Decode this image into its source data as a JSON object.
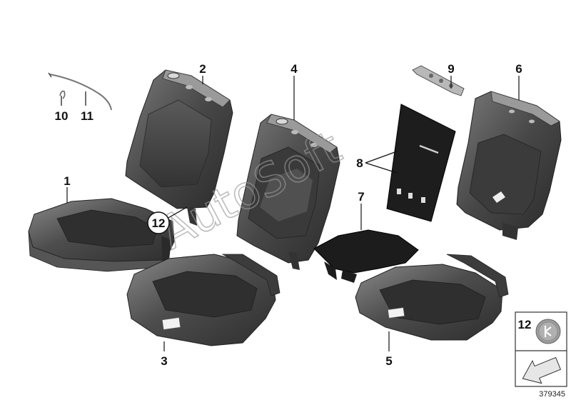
{
  "diagram": {
    "callouts": [
      {
        "id": "1",
        "label": "1"
      },
      {
        "id": "2",
        "label": "2"
      },
      {
        "id": "3",
        "label": "3"
      },
      {
        "id": "4",
        "label": "4"
      },
      {
        "id": "5",
        "label": "5"
      },
      {
        "id": "6",
        "label": "6"
      },
      {
        "id": "7",
        "label": "7"
      },
      {
        "id": "8",
        "label": "8"
      },
      {
        "id": "9",
        "label": "9"
      },
      {
        "id": "10",
        "label": "10"
      },
      {
        "id": "11",
        "label": "11"
      },
      {
        "id": "12",
        "label": "12"
      }
    ],
    "legend": {
      "callout": "12",
      "icon": "clip-fastener-icon",
      "arrow": "arrow-icon"
    },
    "watermark": "AutoSoft",
    "drawing_number": "379345"
  }
}
